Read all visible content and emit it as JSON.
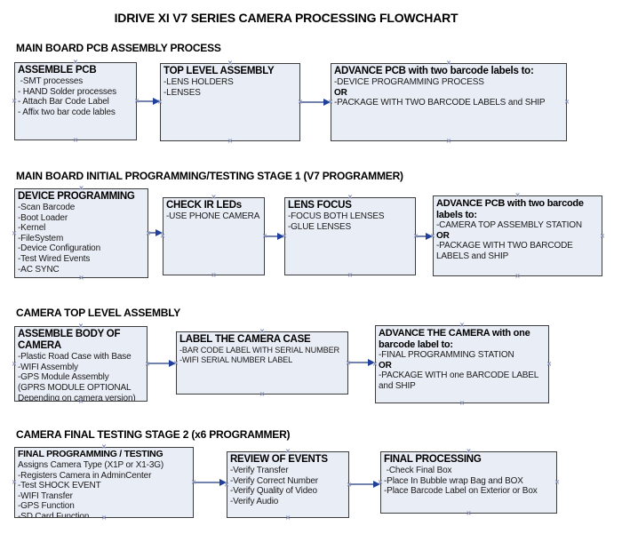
{
  "page": {
    "title": "IDRIVE XI V7 SERIES CAMERA PROCESSING FLOWCHART"
  },
  "icons": {
    "connection_handle": "×"
  },
  "colors": {
    "box_fill": "#e9edf6",
    "box_border": "#3c3c3c",
    "arrow_line": "#7283ad",
    "arrow_head": "#20409b",
    "handle": "#8d96bd"
  },
  "sections": [
    {
      "header": "MAIN BOARD PCB ASSEMBLY PROCESS",
      "boxes": [
        {
          "title": "ASSEMBLE PCB",
          "items": [
            " -SMT processes",
            "- HAND Solder processes",
            "- Attach Bar Code Label",
            "- Affix two bar code lables"
          ]
        },
        {
          "title": "TOP LEVEL ASSEMBLY",
          "items": [
            "-LENS HOLDERS",
            "-LENSES"
          ]
        },
        {
          "title": "ADVANCE PCB with two barcode labels to:",
          "items": [
            "-DEVICE PROGRAMMING PROCESS",
            "OR",
            "-PACKAGE WITH TWO BARCODE LABELS and SHIP"
          ]
        }
      ]
    },
    {
      "header": "MAIN BOARD INITIAL PROGRAMMING/TESTING STAGE 1 (V7 PROGRAMMER)",
      "boxes": [
        {
          "title": "DEVICE PROGRAMMING",
          "items": [
            "-Scan Barcode",
            "-Boot Loader",
            "-Kernel",
            "-FileSystem",
            "-Device Configuration",
            "-Test Wired Events",
            "-AC SYNC"
          ]
        },
        {
          "title": "CHECK IR LEDs",
          "items": [
            "-USE PHONE CAMERA"
          ]
        },
        {
          "title": "LENS FOCUS",
          "items": [
            "-FOCUS BOTH LENSES",
            "-GLUE LENSES"
          ]
        },
        {
          "title": "ADVANCE PCB with two barcode labels to:",
          "items": [
            "-CAMERA TOP ASSEMBLY STATION",
            "OR",
            "-PACKAGE WITH TWO BARCODE LABELS and SHIP"
          ]
        }
      ]
    },
    {
      "header": "CAMERA TOP LEVEL ASSEMBLY",
      "boxes": [
        {
          "title": "ASSEMBLE BODY OF CAMERA",
          "items": [
            "-Plastic Road Case with Base",
            "-WIFI Assembly",
            "-GPS Module Assembly",
            "(GPRS MODULE OPTIONAL",
            "Depending on camera version)"
          ]
        },
        {
          "title": "LABEL THE CAMERA CASE",
          "items": [
            "-BAR CODE LABEL WITH SERIAL NUMBER",
            "-WIFI SERIAL NUMBER LABEL"
          ]
        },
        {
          "title": "ADVANCE THE CAMERA with one barcode label to:",
          "items": [
            "-FINAL PROGRAMMING STATION",
            "OR",
            "-PACKAGE WITH one BARCODE LABEL and SHIP"
          ]
        }
      ]
    },
    {
      "header": "CAMERA FINAL TESTING STAGE 2 (x6 PROGRAMMER)",
      "boxes": [
        {
          "title": "FINAL PROGRAMMING / TESTING",
          "items": [
            "Assigns Camera Type (X1P or X1-3G)",
            "-Registers Camera in AdminCenter",
            "-Test SHOCK EVENT",
            "-WIFI Transfer",
            "-GPS Function",
            "-SD Card Function"
          ]
        },
        {
          "title": "REVIEW OF EVENTS",
          "items": [
            "-Verify Transfer",
            "-Verify Correct Number",
            "-Verify Quality of Video",
            "-Verify Audio"
          ]
        },
        {
          "title": "FINAL PROCESSING",
          "items": [
            " -Check Final Box",
            "-Place In Bubble wrap Bag and BOX",
            "-Place Barcode Label on Exterior or Box"
          ]
        }
      ]
    }
  ]
}
